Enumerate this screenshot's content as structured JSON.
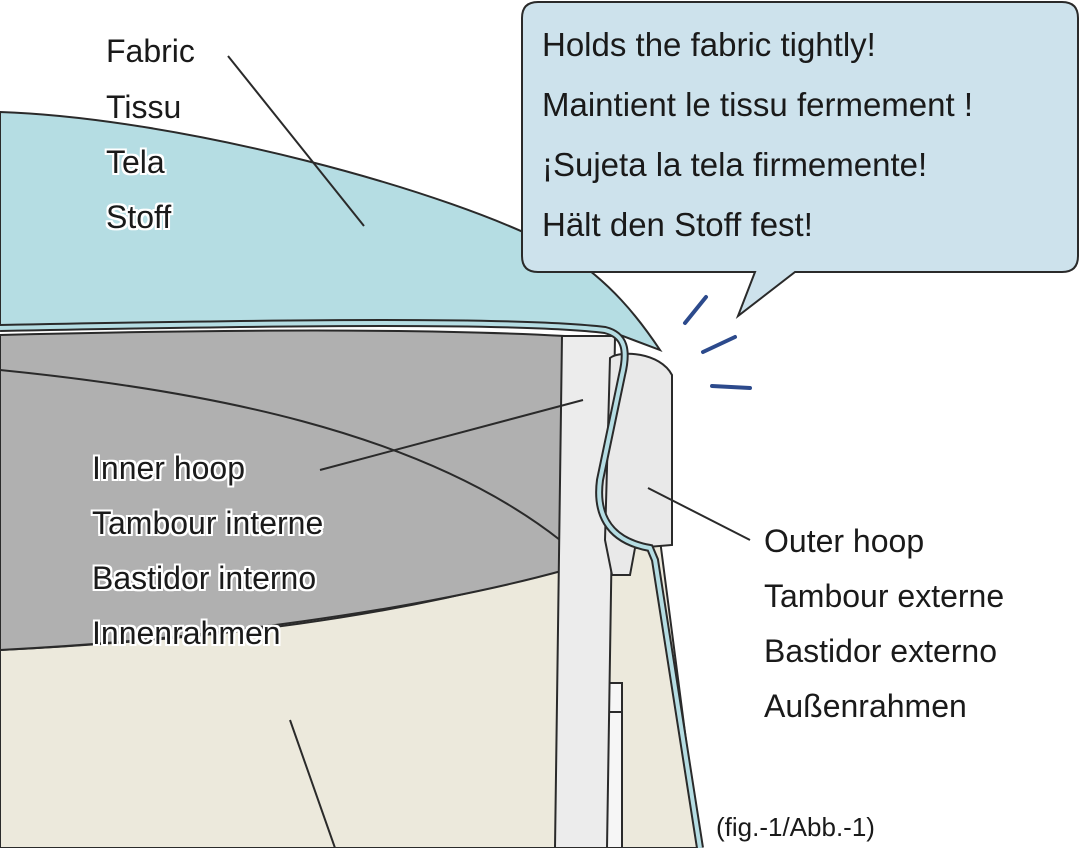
{
  "fabric_label": [
    "Fabric",
    "Tissu",
    "Tela",
    "Stoff"
  ],
  "callout": [
    "Holds the fabric tightly!",
    "Maintient le tissu fermement !",
    "¡Sujeta la tela firmemente!",
    "Hält den Stoff fest!"
  ],
  "inner_hoop_label": [
    "Inner hoop",
    "Tambour interne",
    "Bastidor interno",
    "Innenrahmen"
  ],
  "outer_hoop_label": [
    "Outer hoop",
    "Tambour externe",
    "Bastidor externo",
    "Außenrahmen"
  ],
  "figure_ref": "(fig.-1/Abb.-1)",
  "colors": {
    "fabric": "#b5dde3",
    "inner_hoop_body": "#b0b0b0",
    "hoop_edge": "#ececec",
    "machine_base": "#ece9dc",
    "callout_fill": "#cde2ec",
    "tension_marks": "#2c4a8c",
    "outline": "#2a2a2a"
  }
}
